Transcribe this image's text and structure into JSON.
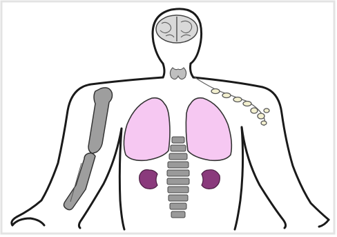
{
  "figure": {
    "parts": [
      {
        "id": "brain",
        "icon": "brain-icon"
      },
      {
        "id": "thyroid",
        "icon": "thyroid-icon"
      },
      {
        "id": "lymph-nodes",
        "icon": "lymph-nodes-icon"
      },
      {
        "id": "lung-left",
        "icon": "lung-icon"
      },
      {
        "id": "lung-right",
        "icon": "lung-icon"
      },
      {
        "id": "spine",
        "icon": "spine-icon"
      },
      {
        "id": "kidney-left",
        "icon": "kidney-icon"
      },
      {
        "id": "kidney-right",
        "icon": "kidney-icon"
      },
      {
        "id": "arm-bones",
        "icon": "bone-icon"
      }
    ],
    "colors": {
      "outline": "#1a1a1a",
      "brain": "#d9d9d9",
      "lungs": "#f6c8f2",
      "kidneys": "#8a3a7c",
      "bones": "#9e9e9e",
      "spine": "#8c8c8c",
      "background": "#ffffff",
      "frame_shadow": "#dcdcdc"
    }
  }
}
